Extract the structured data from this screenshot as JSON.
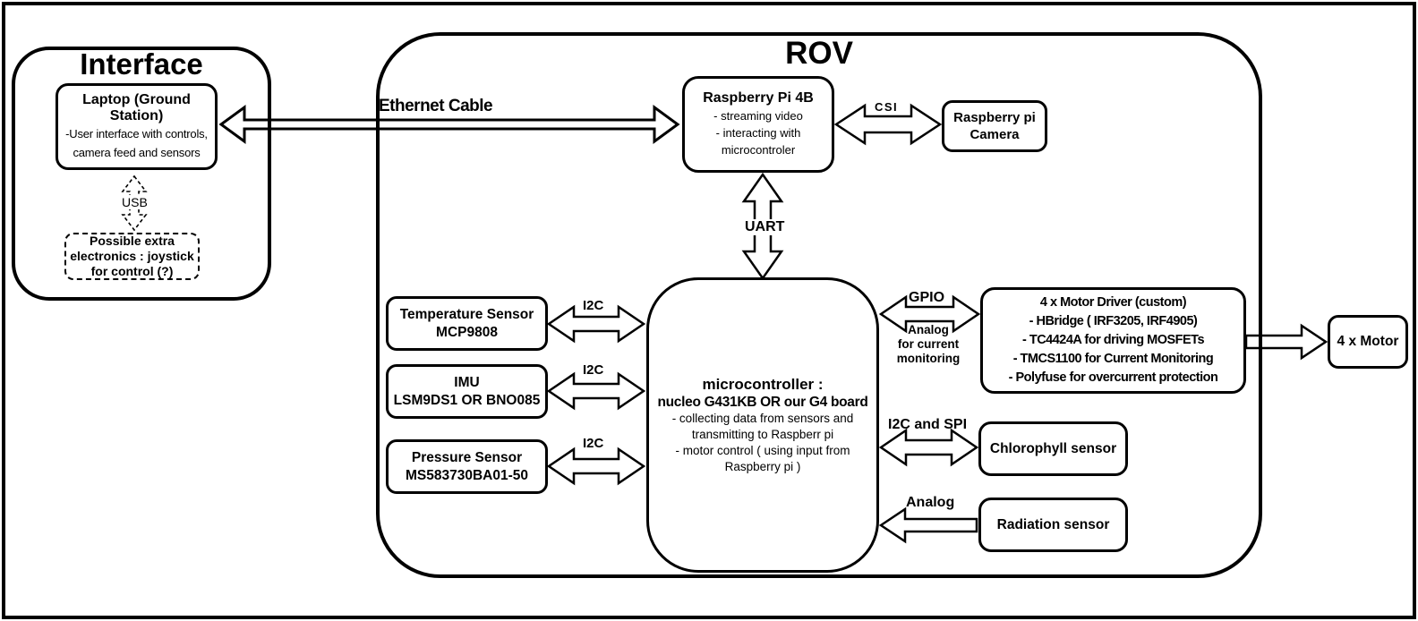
{
  "interface": {
    "title": "Interface",
    "laptop": {
      "title": "Laptop (Ground Station)",
      "desc1": "-User interface with controls,",
      "desc2": "camera feed and  sensors"
    },
    "extra_electronics": {
      "line1": "Possible extra",
      "line2": "electronics : joystick",
      "line3": "for control (?)"
    }
  },
  "rov": {
    "title": "ROV",
    "raspberry_pi": {
      "title": "Raspberry Pi 4B",
      "desc1": "- streaming video",
      "desc2": "- interacting with",
      "desc3": "microcontroler"
    },
    "camera": {
      "line1": "Raspberry pi",
      "line2": "Camera"
    },
    "microcontroller": {
      "title1": "microcontroller :",
      "title2": "nucleo G431KB OR our G4 board",
      "desc1": "- collecting data from sensors and",
      "desc2": "transmitting to Raspberr pi",
      "desc3": "- motor control ( using input from",
      "desc4": "Raspberry pi )"
    },
    "temperature_sensor": {
      "line1": "Temperature Sensor",
      "line2": "MCP9808"
    },
    "imu": {
      "line1": "IMU",
      "line2": "LSM9DS1 OR BNO085"
    },
    "pressure_sensor": {
      "line1": "Pressure Sensor",
      "line2": "MS583730BA01-50"
    },
    "motor_driver": {
      "line1": "4 x Motor Driver (custom)",
      "line2": "- HBridge ( IRF3205, IRF4905)",
      "line3": "- TC4424A for driving MOSFETs",
      "line4": "- TMCS1100 for Current Monitoring",
      "line5": "- Polyfuse for overcurrent protection"
    },
    "chlorophyll_sensor": "Chlorophyll sensor",
    "radiation_sensor": "Radiation sensor"
  },
  "motor": "4 x Motor",
  "connections": {
    "usb": "USB",
    "ethernet": "Ethernet Cable",
    "csi": "CSI",
    "uart": "UART",
    "i2c_temperature": "I2C",
    "i2c_imu": "I2C",
    "i2c_pressure": "I2C",
    "gpio": "GPIO",
    "analog_monitor_line1": "Analog",
    "analog_monitor_line2": "for current",
    "analog_monitor_line3": "monitoring",
    "i2c_spi": "I2C and SPI",
    "analog_radiation": "Analog"
  },
  "colors": {
    "line": "#000000",
    "background": "#ffffff"
  }
}
